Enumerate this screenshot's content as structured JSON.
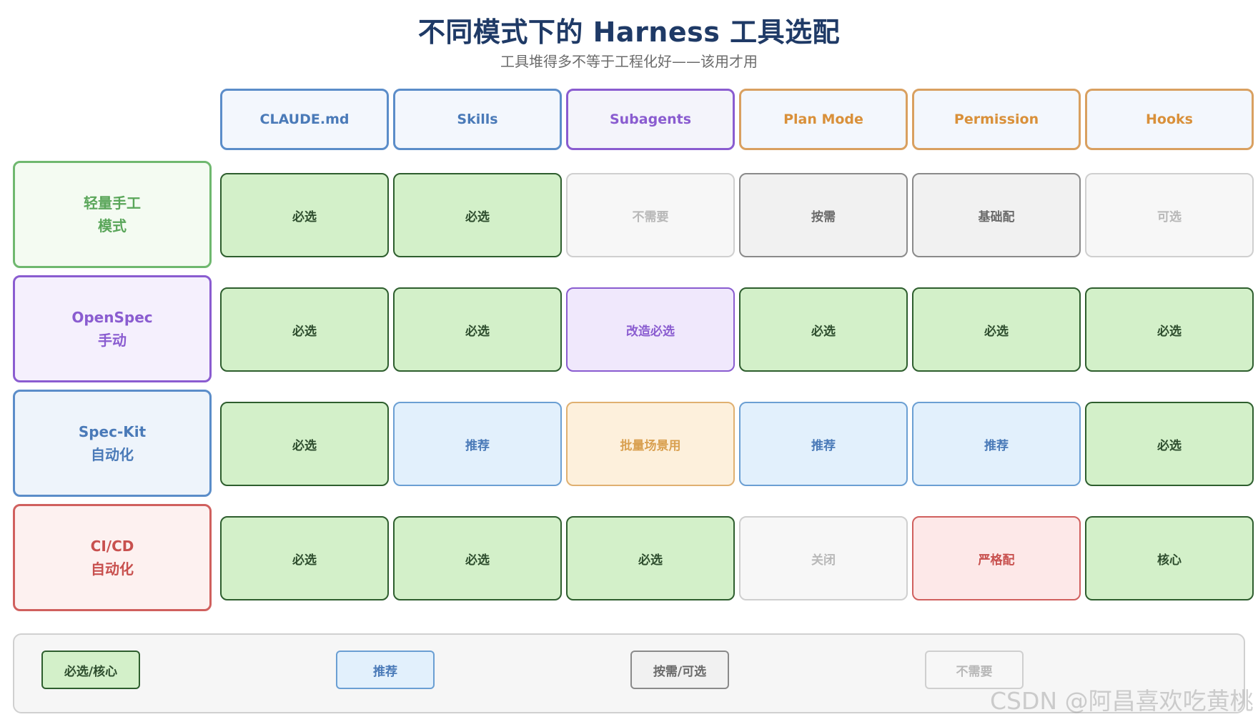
{
  "title": "不同模式下的 Harness 工具选配",
  "subtitle": "工具堆得多不等于工程化好——该用才用",
  "columns": [
    {
      "label": "CLAUDE.md",
      "color": "#5b8dc9",
      "text_color": "#4a7ab8",
      "bg": "#f3f7fd"
    },
    {
      "label": "Skills",
      "color": "#5b8dc9",
      "text_color": "#4a7ab8",
      "bg": "#f3f7fd"
    },
    {
      "label": "Subagents",
      "color": "#8a5cd0",
      "text_color": "#8a5cd0",
      "bg": "#f4f4fb"
    },
    {
      "label": "Plan Mode",
      "color": "#d9a060",
      "text_color": "#d9903a",
      "bg": "#f3f7fd"
    },
    {
      "label": "Permission",
      "color": "#d9a060",
      "text_color": "#d9903a",
      "bg": "#f3f7fd"
    },
    {
      "label": "Hooks",
      "color": "#d9a060",
      "text_color": "#d9903a",
      "bg": "#f3f7fd"
    }
  ],
  "rows": [
    {
      "line1": "轻量手工",
      "line2": "模式",
      "color": "#6fb86f",
      "text_color": "#5aa65a",
      "bg": "#f4fbf2",
      "cells": [
        {
          "text": "必选",
          "style": "required"
        },
        {
          "text": "必选",
          "style": "required"
        },
        {
          "text": "不需要",
          "style": "none"
        },
        {
          "text": "按需",
          "style": "optional"
        },
        {
          "text": "基础配",
          "style": "optional"
        },
        {
          "text": "可选",
          "style": "none"
        }
      ]
    },
    {
      "line1": "OpenSpec",
      "line2": "手动",
      "color": "#8a5cd0",
      "text_color": "#8a5cd0",
      "bg": "#f5f0fd",
      "cells": [
        {
          "text": "必选",
          "style": "required"
        },
        {
          "text": "必选",
          "style": "required"
        },
        {
          "text": "改造必选",
          "style": "purple"
        },
        {
          "text": "必选",
          "style": "required"
        },
        {
          "text": "必选",
          "style": "required"
        },
        {
          "text": "必选",
          "style": "required"
        }
      ]
    },
    {
      "line1": "Spec-Kit",
      "line2": "自动化",
      "color": "#5b8dc9",
      "text_color": "#4a7ab8",
      "bg": "#eef4fb",
      "cells": [
        {
          "text": "必选",
          "style": "required"
        },
        {
          "text": "推荐",
          "style": "recommended"
        },
        {
          "text": "批量场景用",
          "style": "orange"
        },
        {
          "text": "推荐",
          "style": "recommended"
        },
        {
          "text": "推荐",
          "style": "recommended"
        },
        {
          "text": "必选",
          "style": "required"
        }
      ]
    },
    {
      "line1": "CI/CD",
      "line2": "自动化",
      "color": "#d0605e",
      "text_color": "#c8504e",
      "bg": "#fdf1f0",
      "cells": [
        {
          "text": "必选",
          "style": "required"
        },
        {
          "text": "必选",
          "style": "required"
        },
        {
          "text": "必选",
          "style": "required"
        },
        {
          "text": "关闭",
          "style": "none"
        },
        {
          "text": "严格配",
          "style": "red"
        },
        {
          "text": "核心",
          "style": "required"
        }
      ]
    }
  ],
  "styles": {
    "required": {
      "border": "#2e5e2e",
      "bg": "#d3f0c9",
      "text": "#2e4d2e"
    },
    "recommended": {
      "border": "#6b9fd3",
      "bg": "#e2f0fc",
      "text": "#4a7ab8"
    },
    "optional": {
      "border": "#8a8a8a",
      "bg": "#f1f1f1",
      "text": "#6a6a6a"
    },
    "none": {
      "border": "#cfcfcf",
      "bg": "#f7f7f7",
      "text": "#b8b8b8"
    },
    "purple": {
      "border": "#8a5cd0",
      "bg": "#f0e8fc",
      "text": "#8a5cd0"
    },
    "orange": {
      "border": "#e0b070",
      "bg": "#fdf0dc",
      "text": "#d9a050"
    },
    "red": {
      "border": "#d0605e",
      "bg": "#fde8e8",
      "text": "#c8504e"
    }
  },
  "legend": [
    {
      "text": "必选/核心",
      "style": "required"
    },
    {
      "text": "推荐",
      "style": "recommended"
    },
    {
      "text": "按需/可选",
      "style": "optional"
    },
    {
      "text": "不需要",
      "style": "none"
    }
  ],
  "watermark": "CSDN @阿昌喜欢吃黄桃"
}
